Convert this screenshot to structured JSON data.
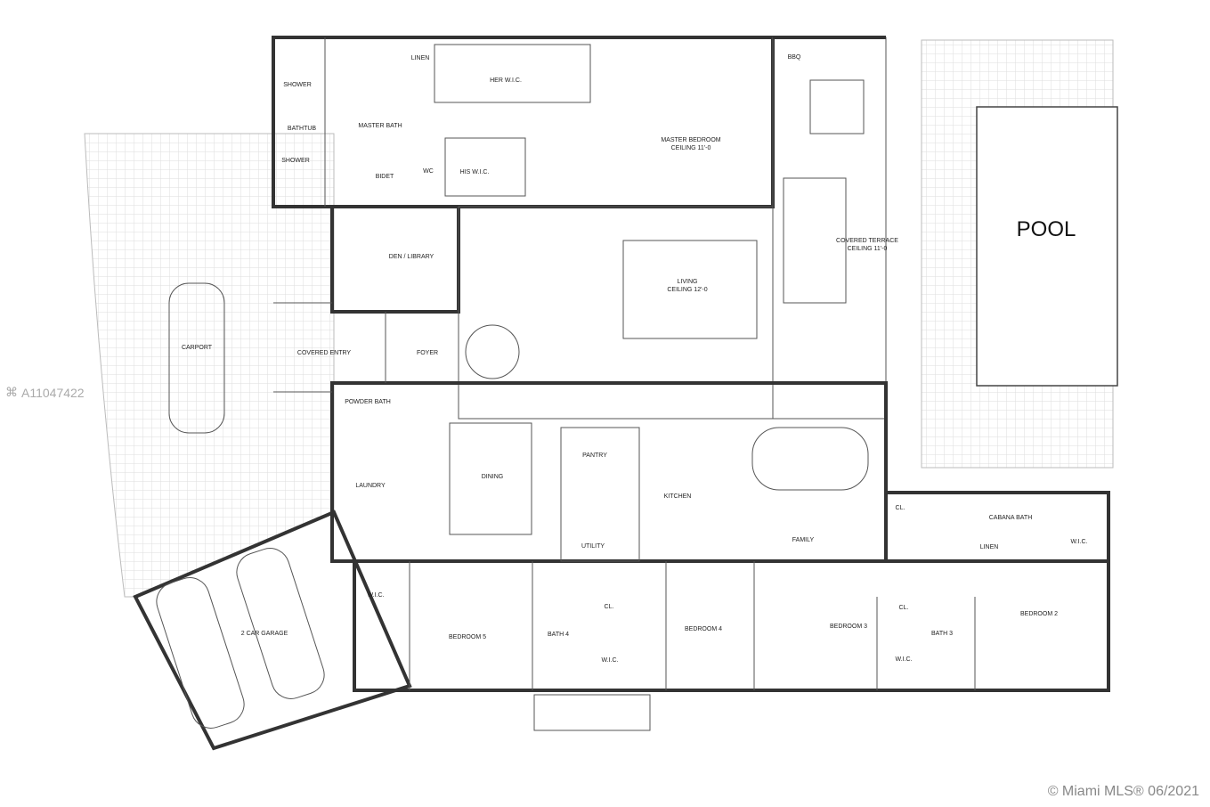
{
  "rooms": {
    "linen_master": "LINEN",
    "her_wic": "HER W.I.C.",
    "shower_1": "SHOWER",
    "bathtub": "BATHTUB",
    "master_bath": "MASTER BATH",
    "shower_2": "SHOWER",
    "bidet": "BIDET",
    "wc": "WC",
    "his_wic": "HIS W.I.C.",
    "master_bedroom": "MASTER BEDROOM",
    "master_bedroom_ceiling": "CEILING 11'-0",
    "bbq": "BBQ",
    "covered_terrace": "COVERED TERRACE",
    "covered_terrace_ceiling": "CEILING 11'-0",
    "pool": "POOL",
    "den_library": "DEN / LIBRARY",
    "living": "LIVING",
    "living_ceiling": "CEILING 12'-0",
    "carport": "CARPORT",
    "covered_entry": "COVERED ENTRY",
    "foyer": "FOYER",
    "powder_bath": "POWDER BATH",
    "dining": "DINING",
    "pantry": "PANTRY",
    "kitchen": "KITCHEN",
    "family": "FAMILY",
    "laundry": "LAUNDRY",
    "utility": "UTILITY",
    "cabana_cl": "CL.",
    "cabana_bath": "CABANA BATH",
    "cabana_linen": "LINEN",
    "cabana_wic": "W.I.C.",
    "garage_wic": "W.I.C.",
    "garage": "2 CAR GARAGE",
    "bedroom_5": "BEDROOM 5",
    "bath_4": "BATH 4",
    "bath4_cl": "CL.",
    "bath4_wic": "W.I.C.",
    "bedroom_4": "BEDROOM 4",
    "bedroom_3": "BEDROOM 3",
    "bath3_cl": "CL.",
    "bath_3": "BATH 3",
    "bath3_wic": "W.I.C.",
    "bedroom_2": "BEDROOM 2"
  },
  "watermark": "A11047422",
  "footer": "© Miami MLS® 06/2021"
}
